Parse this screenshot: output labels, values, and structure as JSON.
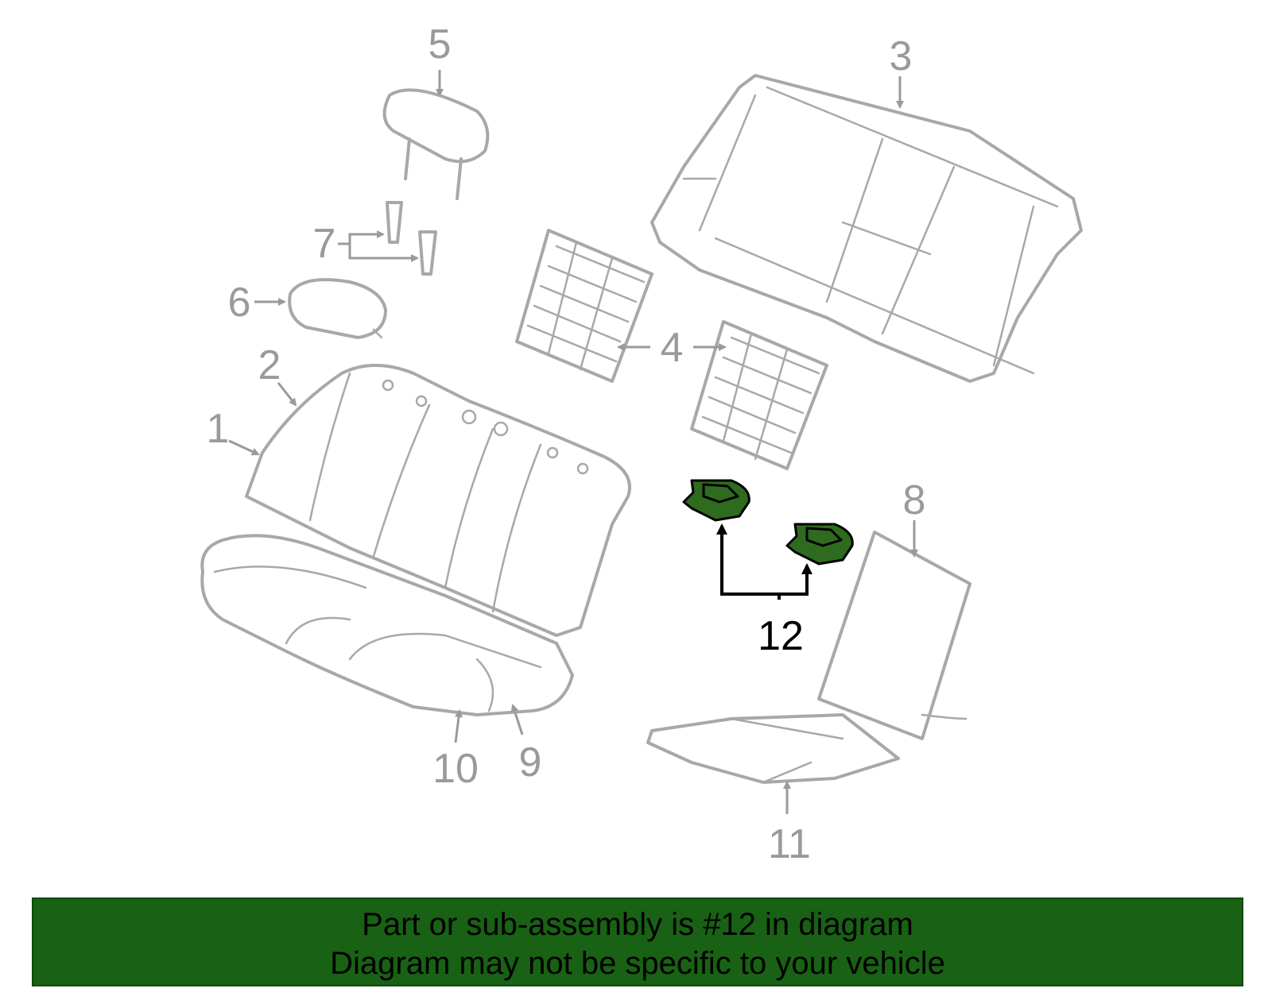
{
  "callouts": {
    "c1": "1",
    "c2": "2",
    "c3": "3",
    "c4": "4",
    "c5": "5",
    "c6": "6",
    "c7": "7",
    "c8": "8",
    "c9": "9",
    "c10": "10",
    "c11": "11",
    "c12": "12"
  },
  "highlight_color": "#2e6b1e",
  "footer": {
    "line1": "Part or sub-assembly is #12 in diagram",
    "line2": "Diagram may not be specific to your vehicle",
    "background": "#196114"
  }
}
